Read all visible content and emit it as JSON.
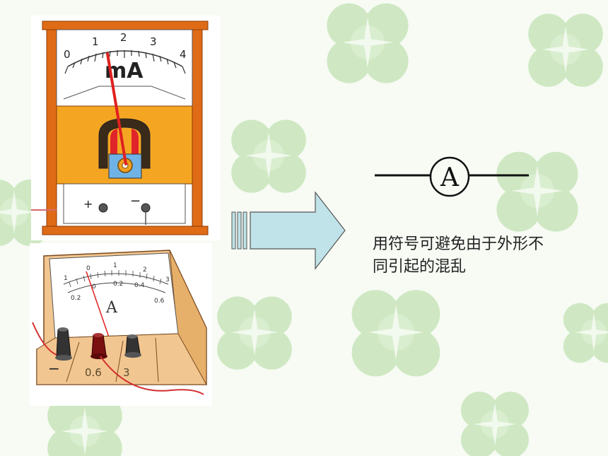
{
  "meter_ma": {
    "scale_labels": [
      "0",
      "1",
      "2",
      "3",
      "4"
    ],
    "unit": "mA",
    "terminal_plus": "+",
    "terminal_minus": "−",
    "colors": {
      "frame": "#e06b16",
      "body": "#f4a622",
      "needle": "#e02020"
    }
  },
  "meter_a": {
    "upper_scale_labels": [
      "1",
      "0",
      "1",
      "2",
      "3"
    ],
    "lower_scale_labels": [
      "0.2",
      "0",
      "0.2",
      "0.4",
      "0.6"
    ],
    "unit": "A",
    "terminal_labels": [
      "−",
      "0.6",
      "3"
    ],
    "colors": {
      "case": "#f2c690",
      "needle": "#e02020"
    }
  },
  "arrow": {
    "icon": "right-arrow-icon",
    "color": "#bfe3e8"
  },
  "ammeter_symbol": {
    "letter": "A"
  },
  "caption": {
    "line1": "用符号可避免由于外形不",
    "line2": "同引起的混乱"
  }
}
